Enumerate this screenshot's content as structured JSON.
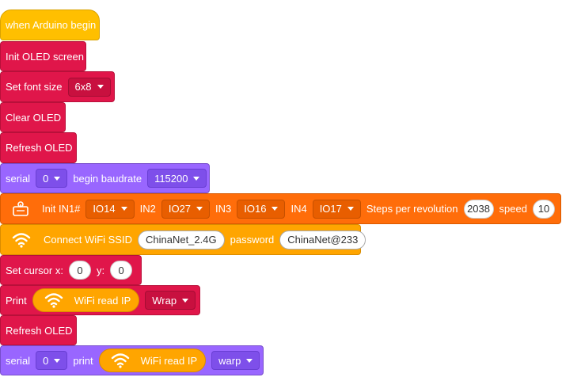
{
  "blocks": {
    "arduino_begin": {
      "label": "when Arduino begin"
    },
    "init_oled": {
      "label": "Init OLED screen"
    },
    "set_font": {
      "label": "Set font size",
      "size": "6x8"
    },
    "clear_oled": {
      "label": "Clear OLED"
    },
    "refresh_oled_1": {
      "label": "Refresh OLED"
    },
    "serial_begin": {
      "label": "serial",
      "port": "0",
      "label2": "begin baudrate",
      "baud": "115200"
    },
    "stepper": {
      "label": "Init IN1#",
      "in1": "IO14",
      "in2_label": "IN2",
      "in2": "IO27",
      "in3_label": "IN3",
      "in3": "IO16",
      "in4_label": "IN4",
      "in4": "IO17",
      "steps_label": "Steps per revolution",
      "steps": "2038",
      "speed_label": "speed",
      "speed": "10",
      "icon": "stepper-motor-icon"
    },
    "wifi_connect": {
      "label": "Connect WiFi SSID",
      "ssid": "ChinaNet_2.4G",
      "password_label": "password",
      "password": "ChinaNet@233",
      "icon": "wifi-icon"
    },
    "set_cursor": {
      "label": "Set cursor x:",
      "x": "0",
      "y_label": "y:",
      "y": "0"
    },
    "print": {
      "label": "Print",
      "reporter": "WiFi read IP",
      "mode": "Wrap"
    },
    "refresh_oled_2": {
      "label": "Refresh OLED"
    },
    "serial_print": {
      "label": "serial",
      "port": "0",
      "label2": "print",
      "reporter": "WiFi read IP",
      "mode": "warp"
    }
  },
  "colors": {
    "events": "#ffbf00",
    "oled": "#e0164a",
    "serial": "#9966ff",
    "motor": "#ff6d0a",
    "wifi": "#ffa500"
  }
}
